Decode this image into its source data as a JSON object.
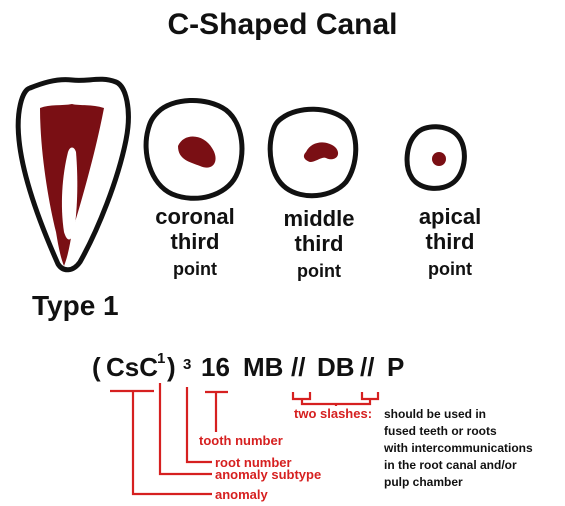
{
  "title": "C-Shaped Canal",
  "sections": [
    {
      "line1": "coronal",
      "line2": "third",
      "line3": "point"
    },
    {
      "line1": "middle",
      "line2": "third",
      "line3": "point"
    },
    {
      "line1": "apical",
      "line2": "third",
      "line3": "point"
    }
  ],
  "type_label": "Type 1",
  "formula": {
    "open_paren": "(",
    "code": "CsC",
    "superscript": "1",
    "close_paren": ")",
    "exponent": "3",
    "tooth": "16",
    "root1": "MB",
    "sep1": "//",
    "root2": "DB",
    "sep2": "//",
    "root3": "P"
  },
  "annotations": {
    "two_slashes": "two slashes:",
    "tooth_number": "tooth number",
    "root_number": "root number",
    "anomaly_subtype": "anomaly subtype",
    "anomaly": "anomaly"
  },
  "note_lines": [
    "should be used in",
    "fused teeth or roots",
    "with intercommunications",
    "in the root canal and/or",
    "pulp chamber"
  ],
  "colors": {
    "pulp": "#7a0f14",
    "annotation": "#d62020",
    "outline": "#111111"
  }
}
